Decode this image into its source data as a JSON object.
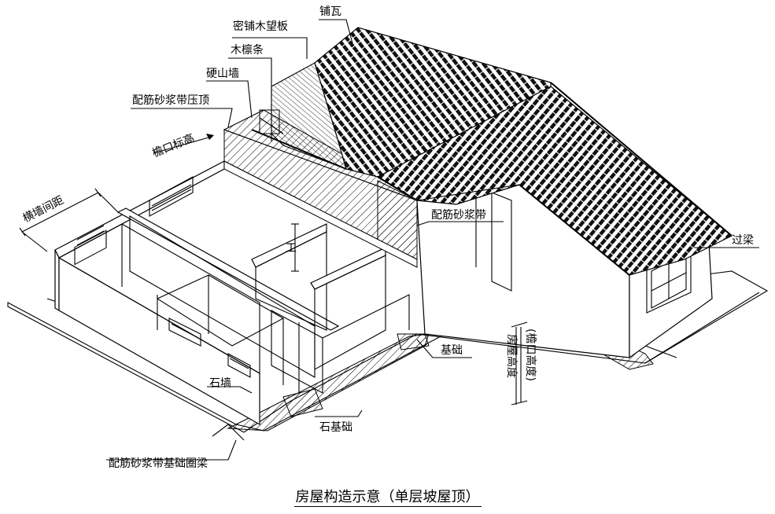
{
  "labels": {
    "dense_sheathing": "密铺木望板",
    "tiles": "铺瓦",
    "purlins": "木檩条",
    "gable_wall": "硬山墙",
    "rebar_mortar_cap": "配筋砂浆带压顶",
    "eave_elevation": "檐口标高",
    "crosswall_spacing": "横墙间距",
    "rebar_mortar_band": "配筋砂浆带",
    "lintel": "过梁",
    "foundation": "基础",
    "house_height": "房屋高度",
    "eave_height": "(檐口高度)",
    "stone_wall": "石墙",
    "stone_foundation": "石基础",
    "foundation_ring_beam": "配筋砂浆带基础圈梁",
    "marker_i": "工"
  },
  "caption": "房屋构造示意（单层坡屋顶）"
}
